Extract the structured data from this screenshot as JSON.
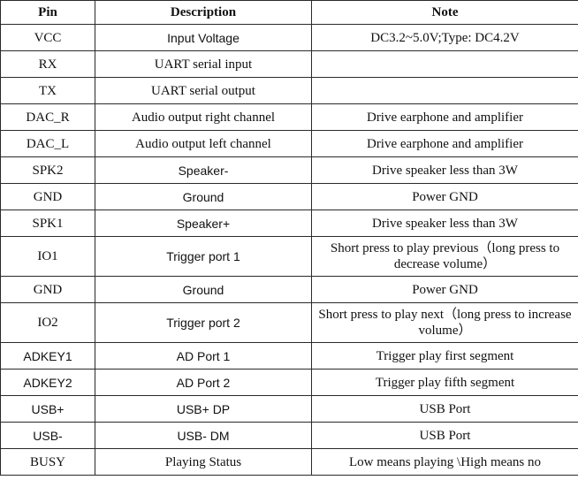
{
  "headers": {
    "pin": "Pin",
    "description": "Description",
    "note": "Note"
  },
  "rows": [
    {
      "pin": "VCC",
      "description": "Input Voltage",
      "note": "DC3.2~5.0V;Type: DC4.2V"
    },
    {
      "pin": "RX",
      "description": "UART serial input",
      "note": ""
    },
    {
      "pin": "TX",
      "description": "UART serial output",
      "note": ""
    },
    {
      "pin": "DAC_R",
      "description": "Audio output right channel",
      "note": "Drive earphone and amplifier"
    },
    {
      "pin": "DAC_L",
      "description": "Audio output left channel",
      "note": "Drive earphone and amplifier"
    },
    {
      "pin": "SPK2",
      "description": "Speaker-",
      "note": "Drive speaker less than 3W"
    },
    {
      "pin": "GND",
      "description": "Ground",
      "note": "Power GND"
    },
    {
      "pin": "SPK1",
      "description": "Speaker+",
      "note": "Drive speaker less than 3W"
    },
    {
      "pin": "IO1",
      "description": "Trigger port 1",
      "note": "Short press to play previous（long press to decrease volume）"
    },
    {
      "pin": "GND",
      "description": "Ground",
      "note": "Power GND"
    },
    {
      "pin": "IO2",
      "description": "Trigger port 2",
      "note": "Short press to play next（long press to increase volume）"
    },
    {
      "pin": "ADKEY1",
      "description": "AD Port 1",
      "note": "Trigger play first segment"
    },
    {
      "pin": "ADKEY2",
      "description": "AD Port 2",
      "note": "Trigger play fifth segment"
    },
    {
      "pin": "USB+",
      "description": "USB+ DP",
      "note": "USB Port"
    },
    {
      "pin": "USB-",
      "description": "USB- DM",
      "note": "USB Port"
    },
    {
      "pin": "BUSY",
      "description": "Playing Status",
      "note": "Low means playing \\High means no"
    }
  ]
}
